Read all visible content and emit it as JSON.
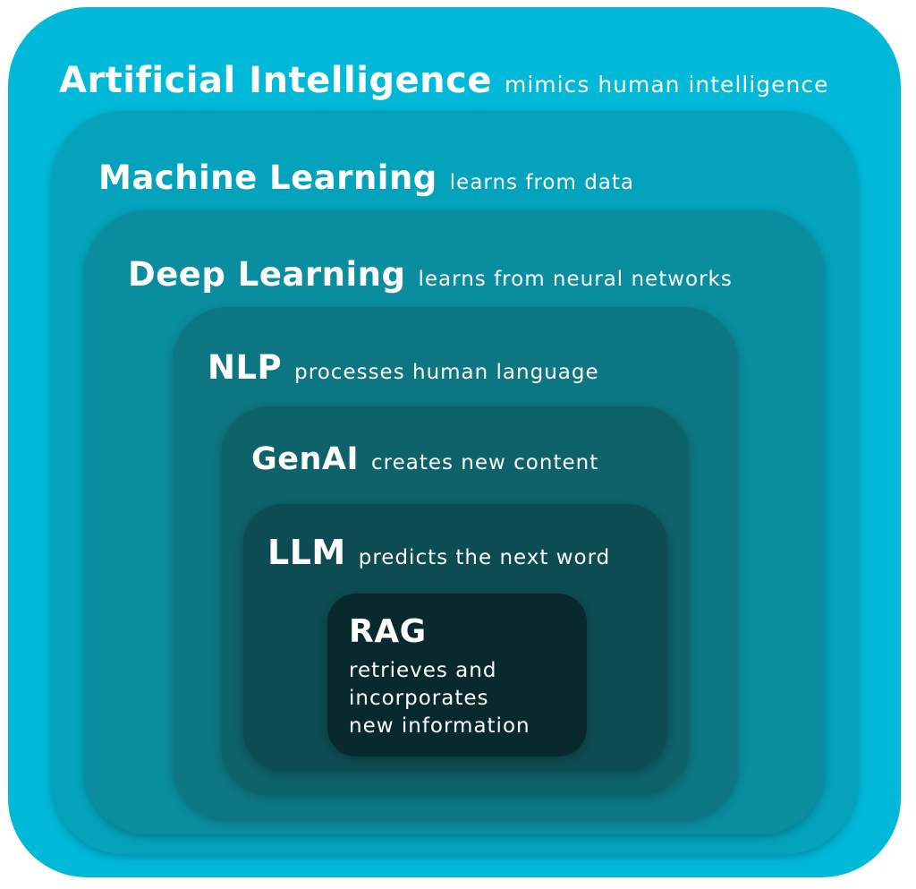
{
  "layers": [
    {
      "id": "ai",
      "title": "Artificial Intelligence",
      "description": "mimics human intelligence",
      "color": "#00b8d8"
    },
    {
      "id": "ml",
      "title": "Machine Learning",
      "description": "learns from data",
      "color": "#05a2bb"
    },
    {
      "id": "dl",
      "title": "Deep Learning",
      "description": "learns from neural networks",
      "color": "#0a8d9f"
    },
    {
      "id": "nlp",
      "title": "NLP",
      "description": "processes human language",
      "color": "#0d7682"
    },
    {
      "id": "gen",
      "title": "GenAI",
      "description": "creates new content",
      "color": "#0e6269"
    },
    {
      "id": "llm",
      "title": "LLM",
      "description": "predicts the next word",
      "color": "#0d4c52"
    },
    {
      "id": "rag",
      "title": "RAG",
      "description_lines": [
        "retrieves and",
        "incorporates",
        "new information"
      ],
      "color": "#08292e"
    }
  ]
}
